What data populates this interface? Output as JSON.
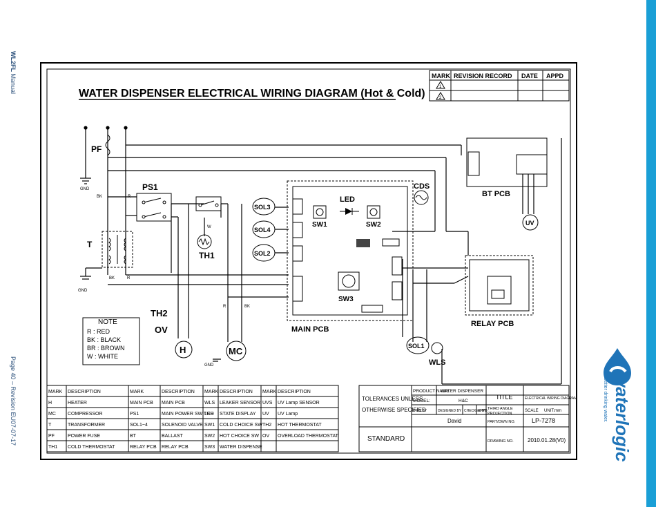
{
  "page": {
    "manual_prefix": "WL2FL",
    "manual_suffix": " Manual",
    "page_footer": "Page 40 – Revision EU07-07-17"
  },
  "brand": {
    "logo_text": "waterlogic",
    "tagline": "Better drinking water.",
    "accent_color": "#1a9fd6"
  },
  "diagram": {
    "title": "WATER DISPENSER ELECTRICAL WIRING DIAGRAM (Hot & Cold)",
    "revision_header": [
      "MARK",
      "REVISION RECORD",
      "DATE",
      "APPD"
    ],
    "revision_marks": [
      "1",
      "2"
    ],
    "labels": {
      "pf": "PF",
      "gnd": "GND",
      "bk": "BK",
      "r": "R",
      "w": "W",
      "ps1": "PS1",
      "t": "T",
      "th1": "TH1",
      "th2": "TH2",
      "ov": "OV",
      "h": "H",
      "mc": "MC",
      "sol3": "SOL3",
      "sol4": "SOL4",
      "sol2": "SOL2",
      "sol1": "SOL1",
      "led": "LED",
      "sw1": "SW1",
      "sw2": "SW2",
      "sw3": "SW3",
      "cds": "CDS",
      "wls": "WLS",
      "main_pcb": "MAIN PCB",
      "bt_pcb": "BT PCB",
      "relay_pcb": "RELAY PCB",
      "uv": "UV"
    },
    "note": {
      "title": "NOTE",
      "lines": [
        "R : RED",
        "BK : BLACK",
        "BR : BROWN",
        "W : WHITE"
      ]
    }
  },
  "parts_table": {
    "headers": [
      "MARK",
      "DESCRIPTION",
      "MARK",
      "DESCRIPTION",
      "MARK",
      "DESCRIPTION",
      "MARK",
      "DESCRIPTION"
    ],
    "rows": [
      [
        "H",
        "HEATER",
        "MAIN PCB",
        "MAIN PCB",
        "WLS",
        "LEAKER SENSOR",
        "UVS",
        "UV Lamp SENSOR"
      ],
      [
        "MC",
        "COMPRESSOR",
        "PS1",
        "MAIN POWER SWITCH",
        "LED",
        "STATE DISPLAY",
        "UV",
        "UV Lamp"
      ],
      [
        "T",
        "TRANSFORMER",
        "SOL1~4",
        "SOLENOID VALVE",
        "SW1",
        "COLD CHOICE SW",
        "TH2",
        "HOT THERMOSTAT"
      ],
      [
        "PF",
        "POWER FUSE",
        "BT",
        "BALLAST",
        "SW2",
        "HOT CHOICE SW",
        "OV",
        "OVERLOAD THERMOSTAT"
      ],
      [
        "TH1",
        "COLD THERMOSTAT",
        "RELAY PCB",
        "RELAY PCB",
        "SW3",
        "WATER DISPENSE",
        "",
        ""
      ]
    ]
  },
  "title_block": {
    "tolerances_1": "TOLERANCES UNLESS",
    "tolerances_2": "OTHERWISE SPECIFIED",
    "standard": "STANDARD",
    "product_name_label": "PRODUCT NAME:",
    "product_name_value": "WATER DISPENSER",
    "model_label": "MODEL:",
    "model_value": "H&C",
    "title_label": "TITLE",
    "title_value": "ELECTRICAL WIRING DIAGRAM",
    "dwn_by": "DWN BY",
    "designed_by": "DESIGNED BY",
    "checked_by": "CHECKED BY",
    "appd": "APPD",
    "projection_1": "THIRD ANGLE",
    "projection_2": "PROJECTION",
    "scale": "SCALE",
    "unit": "UNIT:mm",
    "designer": "David",
    "part_no_label": "PART/DWN NO.",
    "part_no_value": "LP-7278",
    "drawing_no_label": "DRAWING NO.",
    "drawing_no_value": "2010.01.28(V0)"
  }
}
